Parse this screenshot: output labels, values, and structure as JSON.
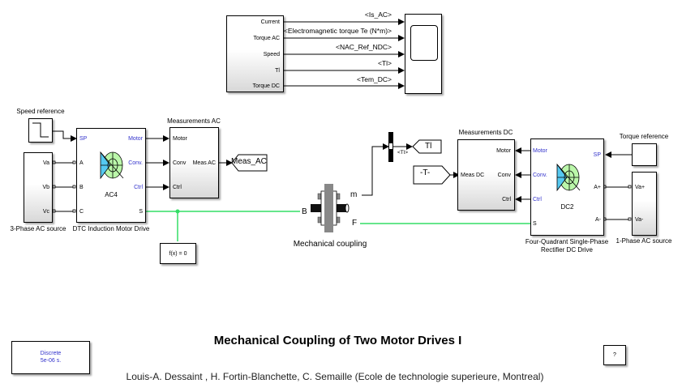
{
  "model": {
    "title": "Mechanical Coupling of Two Motor Drives I",
    "authors": "Louis-A. Dessaint , H. Fortin-Blanchette, C. Semaille (Ecole de technologie superieure, Montreal)"
  },
  "scope_group": {
    "outputs": [
      "Current",
      "Torque AC",
      "Speed",
      "Tl",
      "Torque DC"
    ],
    "signals": [
      "<Is_AC>",
      "<Electromagnetic torque Te (N*m)>",
      "<NAC_Ref_NDC>",
      "<Tl>",
      "<Tem_DC>"
    ]
  },
  "speed_reference": {
    "label": "Speed reference"
  },
  "ac_source": {
    "label": "3-Phase AC source",
    "ports": [
      "Va",
      "Vb",
      "Vc"
    ]
  },
  "ac_drive": {
    "label": "DTC Induction Motor Drive",
    "name": "AC4",
    "in_ports": [
      "SP",
      "A",
      "B",
      "C"
    ],
    "out_ports": [
      "Motor",
      "Conv.",
      "Ctrl",
      "S"
    ]
  },
  "meas_ac": {
    "label": "Measurements AC",
    "in_ports": [
      "Motor",
      "Conv",
      "Ctrl"
    ],
    "out_port": "Meas AC",
    "goto_tag": "Meas_AC"
  },
  "fx_block": {
    "text": "f(x) = 0"
  },
  "coupling": {
    "label": "Mechanical coupling",
    "ports": [
      "B",
      "m",
      "F"
    ]
  },
  "bus_selector": {
    "signal": "<Tl>"
  },
  "goto_tl": {
    "tag": "Tl"
  },
  "from_t": {
    "tag": "-T-"
  },
  "meas_dc": {
    "label": "Measurements DC",
    "in_port": "Meas DC",
    "out_ports": [
      "Motor",
      "Conv",
      "Ctrl"
    ]
  },
  "dc_drive": {
    "label_line1": "Four-Quadrant Single-Phase",
    "label_line2": "Rectifier DC Drive",
    "name": "DC2",
    "left_ports": [
      "Motor",
      "Conv.",
      "Ctrl",
      "S"
    ],
    "right_ports": [
      "SP",
      "A+",
      "A-"
    ]
  },
  "torque_reference": {
    "label": "Torque reference"
  },
  "dc_source": {
    "label": "1-Phase AC source",
    "ports": [
      "Va+",
      "Va-"
    ]
  },
  "powergui": {
    "line1": "Discrete",
    "line2": "5e-06 s."
  },
  "help_button": {
    "label": "?"
  },
  "colors": {
    "mech_wire": "#33dd66",
    "port_label": "#3333cc"
  }
}
